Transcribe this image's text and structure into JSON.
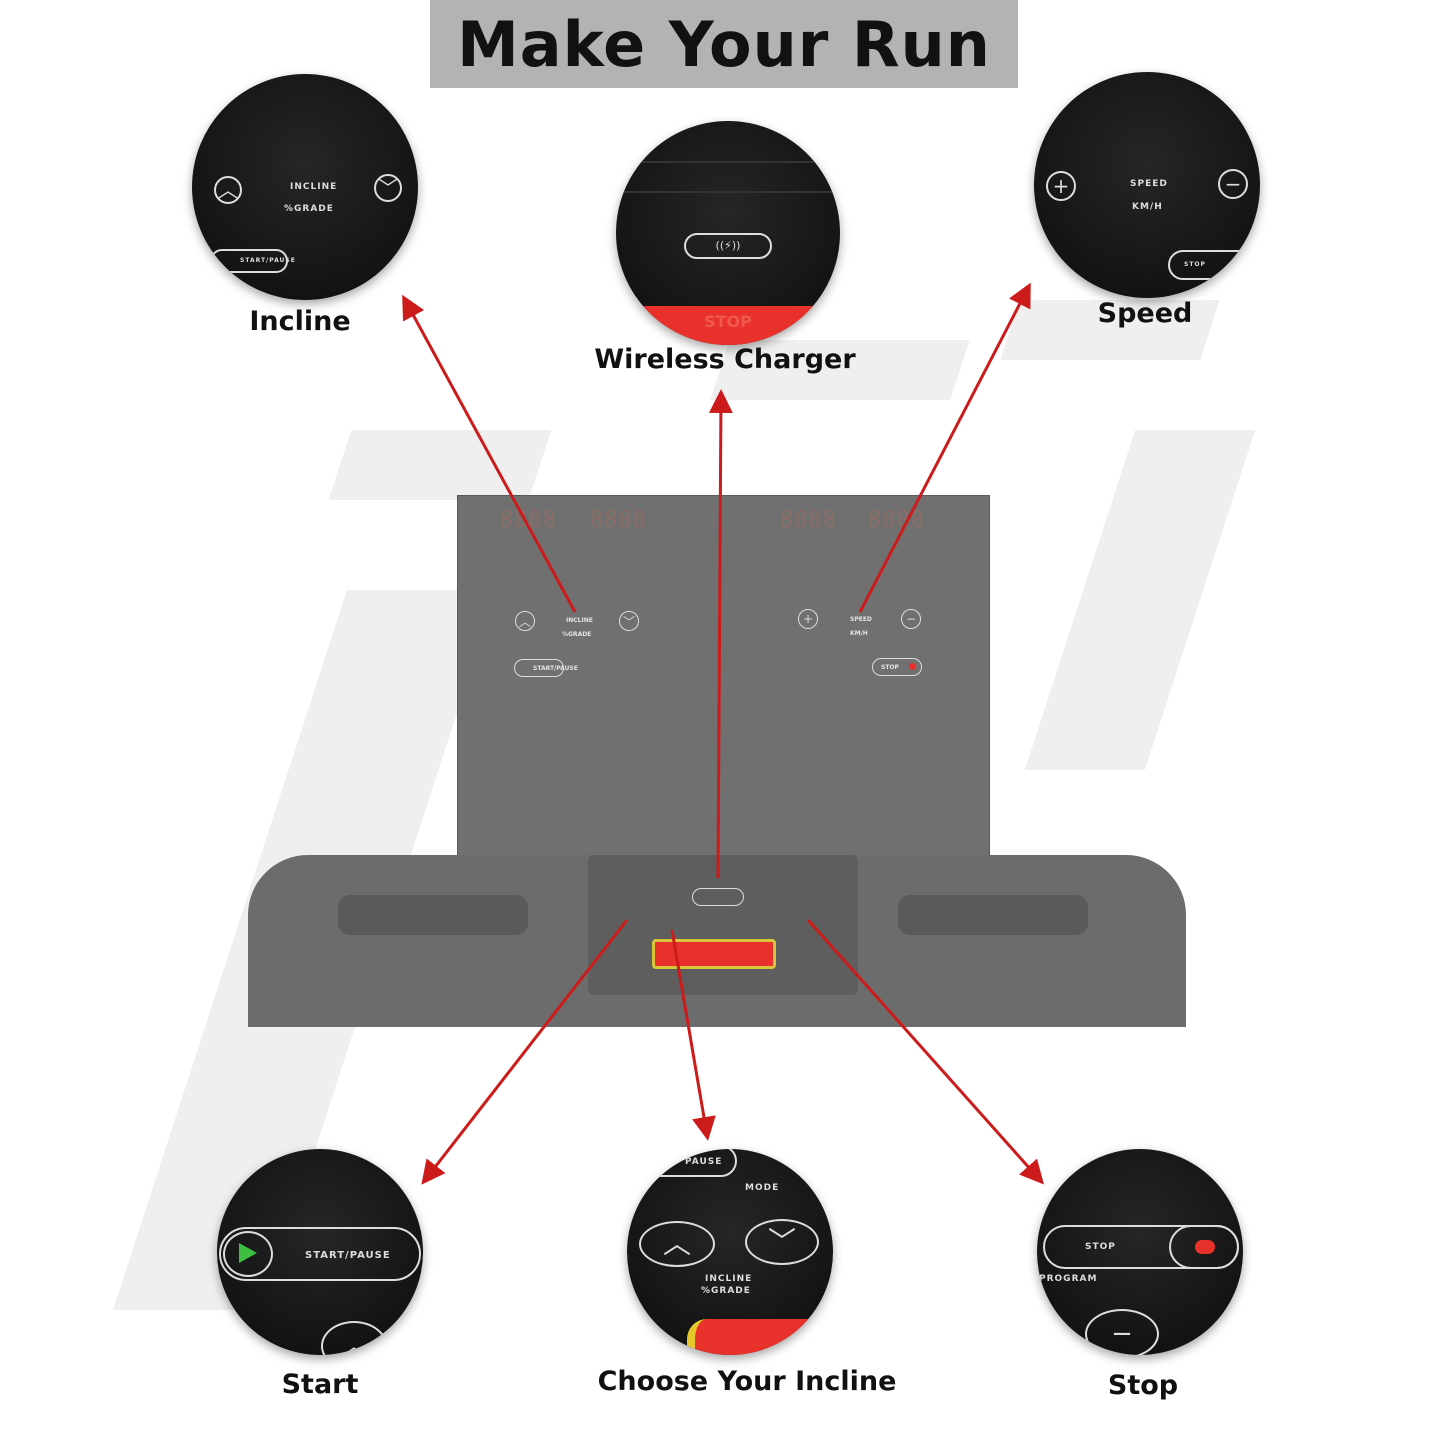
{
  "title": "Make Your Run",
  "colors": {
    "arrow": "#cc1b1b",
    "title_bg": "#b3b3b3",
    "console": "#707070",
    "stop_red": "#e8312a",
    "start_green": "#3fbf3f"
  },
  "callouts": {
    "incline": {
      "label": "Incline",
      "texts": [
        "INCLINE",
        "%GRADE",
        "START/PAUSE"
      ]
    },
    "wireless": {
      "label": "Wireless Charger",
      "texts": [
        "STOP"
      ]
    },
    "speed": {
      "label": "Speed",
      "texts": [
        "SPEED",
        "KM/H",
        "STOP"
      ]
    },
    "start": {
      "label": "Start",
      "texts": [
        "START/PAUSE"
      ]
    },
    "choose_incline": {
      "label": "Choose Your Incline",
      "texts": [
        "PAUSE",
        "MODE",
        "INCLINE",
        "%GRADE"
      ]
    },
    "stop": {
      "label": "Stop",
      "texts": [
        "STOP",
        "PROGRAM"
      ]
    }
  },
  "console": {
    "displays": [
      "8888",
      "8888",
      "8888",
      "8888"
    ],
    "incline_label": "INCLINE",
    "grade_label": "%GRADE",
    "speed_label": "SPEED",
    "kmh_label": "KM/H",
    "start_label": "START/PAUSE",
    "stop_label": "STOP"
  }
}
